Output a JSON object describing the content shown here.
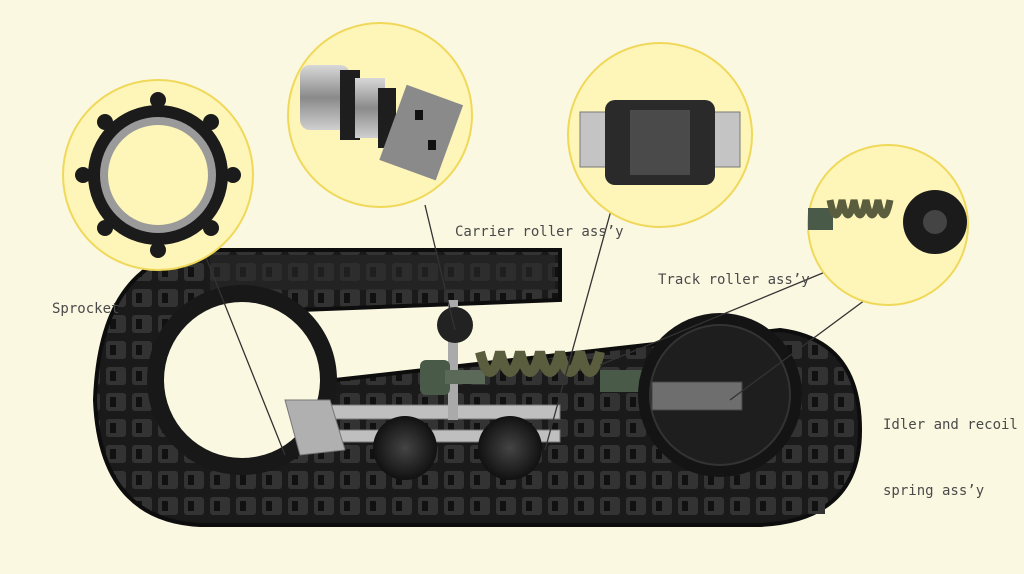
{
  "labels": {
    "sprocket": "Sprocket",
    "carrier_roller": "Carrier roller ass’y",
    "track_roller": "Track roller ass’y",
    "idler_line1": "Idler and recoil",
    "idler_line2": "spring ass’y"
  },
  "colors": {
    "background": "#fbf8e2",
    "callout_fill": "#fdf6b8",
    "callout_border": "#f0d85a",
    "track_dark": "#1f1f1f",
    "text": "#4a4a4a"
  },
  "icons": [
    "sprocket-detail-image",
    "carrier-roller-detail-image",
    "track-roller-detail-image",
    "idler-recoil-detail-image"
  ]
}
